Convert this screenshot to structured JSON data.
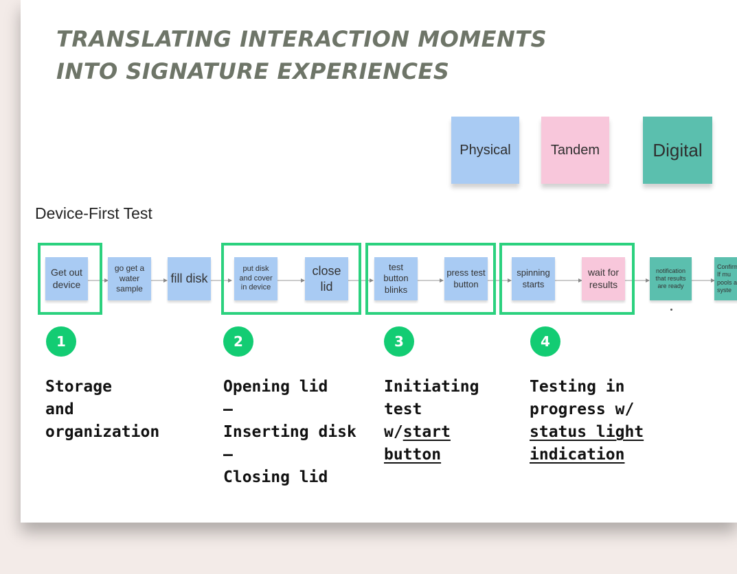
{
  "title": {
    "line1": "TRANSLATING INTERACTION MOMENTS",
    "line2": "INTO SIGNATURE EXPERIENCES"
  },
  "legend": {
    "physical": "Physical",
    "tandem": "Tandem",
    "digital": "Digital"
  },
  "colors": {
    "physical": "#a9cbf3",
    "tandem": "#f8c7db",
    "digital": "#5bbfae",
    "highlight": "#2bd17e",
    "badge": "#13cc73",
    "title": "#6e7568"
  },
  "flow_title": "Device-First Test",
  "notes": [
    {
      "text": "Get out device",
      "type": "physical"
    },
    {
      "text": "go get a water sample",
      "type": "physical"
    },
    {
      "text": "fill disk",
      "type": "physical"
    },
    {
      "text": "put disk and cover in device",
      "type": "physical"
    },
    {
      "text": "close lid",
      "type": "physical"
    },
    {
      "text": "test button blinks",
      "type": "physical"
    },
    {
      "text": "press test button",
      "type": "physical"
    },
    {
      "text": "spinning starts",
      "type": "physical"
    },
    {
      "text": "wait for results",
      "type": "tandem"
    },
    {
      "text": "notification that results are ready",
      "type": "digital"
    },
    {
      "text": "Confirm - If mu pools a syste",
      "type": "digital"
    }
  ],
  "steps": [
    {
      "number": "1",
      "lines": [
        "Storage",
        "and",
        "organization"
      ]
    },
    {
      "number": "2",
      "lines": [
        "Opening lid",
        "–",
        "Inserting disk",
        "–",
        "Closing lid"
      ]
    },
    {
      "number": "3",
      "lines": [
        "Initiating",
        "test",
        "w/",
        "start",
        "button"
      ]
    },
    {
      "number": "4",
      "lines": [
        "Testing in",
        "progress w/",
        "status light",
        "indication"
      ]
    }
  ]
}
